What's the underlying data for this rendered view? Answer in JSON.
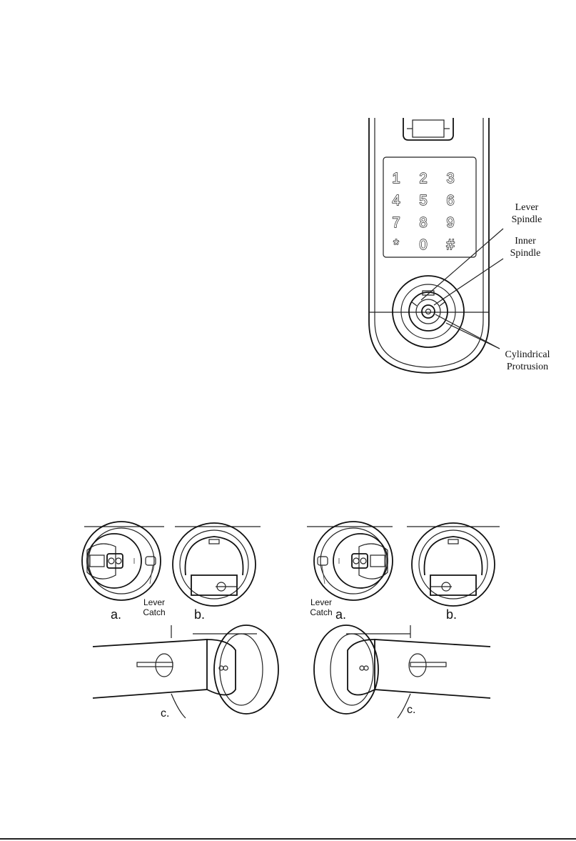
{
  "top_figure": {
    "keypad_keys": [
      "1",
      "2",
      "3",
      "4",
      "5",
      "6",
      "7",
      "8",
      "9",
      "*",
      "0",
      "#"
    ],
    "callouts": {
      "lever_spindle": [
        "Lever",
        "Spindle"
      ],
      "inner_spindle": [
        "Inner",
        "Spindle"
      ],
      "cylindrical_protrusion": [
        "Cylindrical",
        "Protrusion"
      ]
    }
  },
  "bottom_figure": {
    "left_group": {
      "label_a": "a.",
      "label_b": "b.",
      "label_c": "c.",
      "lever_catch": [
        "Lever",
        "Catch"
      ]
    },
    "right_group": {
      "label_a": "a.",
      "label_b": "b.",
      "label_c": "c.",
      "lever_catch": [
        "Lever",
        "Catch"
      ]
    }
  }
}
